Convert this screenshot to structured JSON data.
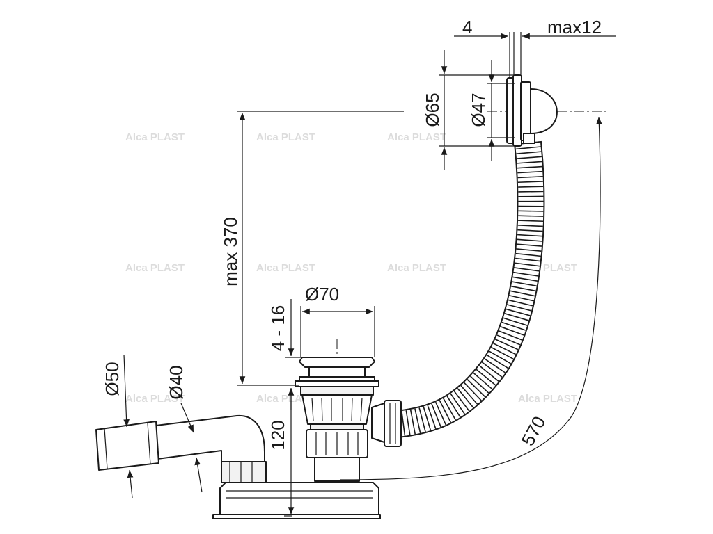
{
  "dimensions": {
    "ring_thickness": "4",
    "overflow_max": "max12",
    "overflow_outer": "Ø65",
    "overflow_inner": "Ø47",
    "height_max": "max 370",
    "range": "4 - 16",
    "drain_diameter": "Ø70",
    "outlet_outer": "Ø50",
    "outlet_inner": "Ø40",
    "base_height": "120",
    "hose_length": "570"
  },
  "watermark": {
    "brand": "Alca",
    "suffix": "PLAST"
  }
}
